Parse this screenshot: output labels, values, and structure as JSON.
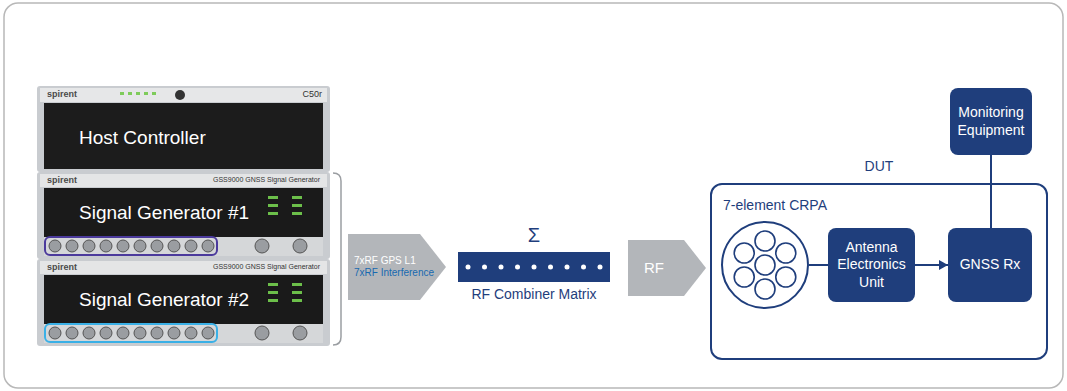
{
  "diagram": {
    "nodes": [
      {
        "text": [
          "Host Controller"
        ]
      },
      {
        "text": [
          "Signal Generator #1"
        ]
      },
      {
        "text": [
          "Signal Generator #2"
        ]
      },
      {
        "text": [
          "7xRF GPS L1",
          "7xRF Interference"
        ]
      },
      {
        "text": [
          "Σ",
          "RF Combiner Matrix"
        ]
      },
      {
        "text": [
          "RF"
        ]
      },
      {
        "text": [
          "DUT"
        ]
      },
      {
        "text": [
          "7-element CRPA"
        ],
        "in": 6
      },
      {
        "text": [
          "Antenna Electronics Unit"
        ],
        "in": 6
      },
      {
        "text": [
          "GNSS Rx"
        ],
        "in": 6
      },
      {
        "text": [
          "Monitoring Equipment"
        ]
      }
    ],
    "edges": [
      {
        "from": 7,
        "to": 8,
        "arrow": "none"
      },
      {
        "from": 8,
        "to": 9,
        "arrow": "to"
      },
      {
        "from": 9,
        "to": 10,
        "arrow": "none"
      }
    ],
    "labels": [
      "spirent",
      "C50r",
      "spirent",
      "GSS9000 GNSS Signal Generator",
      "spirent",
      "GSS9000 GNSS Signal Generator"
    ]
  }
}
